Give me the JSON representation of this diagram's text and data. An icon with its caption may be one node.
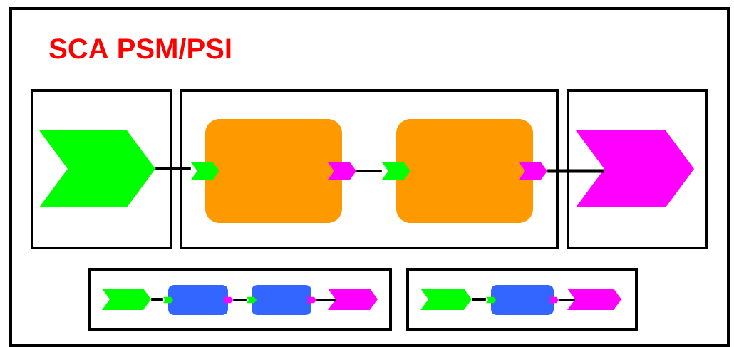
{
  "diagram": {
    "nodes": [
      {
        "text": [
          "SCA PSM/PSI"
        ]
      },
      {
        "text": [],
        "shape": "box",
        "in": 0
      },
      {
        "text": [],
        "shape": "chevron",
        "in": 1
      },
      {
        "text": [],
        "shape": "box",
        "in": 0
      },
      {
        "text": [],
        "shape": "box",
        "in": 3
      },
      {
        "text": [],
        "shape": "box",
        "in": 3
      },
      {
        "text": [],
        "shape": "box",
        "in": 0
      },
      {
        "text": [],
        "shape": "chevron",
        "in": 6
      },
      {
        "text": [],
        "shape": "box",
        "in": 0
      },
      {
        "text": [],
        "shape": "chevron",
        "in": 8
      },
      {
        "text": [],
        "shape": "box",
        "in": 8
      },
      {
        "text": [],
        "shape": "box",
        "in": 8
      },
      {
        "text": [],
        "shape": "chevron",
        "in": 8
      },
      {
        "text": [],
        "shape": "box",
        "in": 0
      },
      {
        "text": [],
        "shape": "chevron",
        "in": 13
      },
      {
        "text": [],
        "shape": "box",
        "in": 13
      },
      {
        "text": [],
        "shape": "chevron",
        "in": 13
      }
    ],
    "edges": [
      {
        "from": 2,
        "to": 4,
        "arrow": "none"
      },
      {
        "from": 4,
        "to": 5,
        "arrow": "none"
      },
      {
        "from": 5,
        "to": 7,
        "arrow": "none"
      },
      {
        "from": 9,
        "to": 10,
        "arrow": "none"
      },
      {
        "from": 10,
        "to": 11,
        "arrow": "none"
      },
      {
        "from": 11,
        "to": 12,
        "arrow": "none"
      },
      {
        "from": 14,
        "to": 15,
        "arrow": "none"
      },
      {
        "from": 15,
        "to": 16,
        "arrow": "none"
      }
    ]
  }
}
